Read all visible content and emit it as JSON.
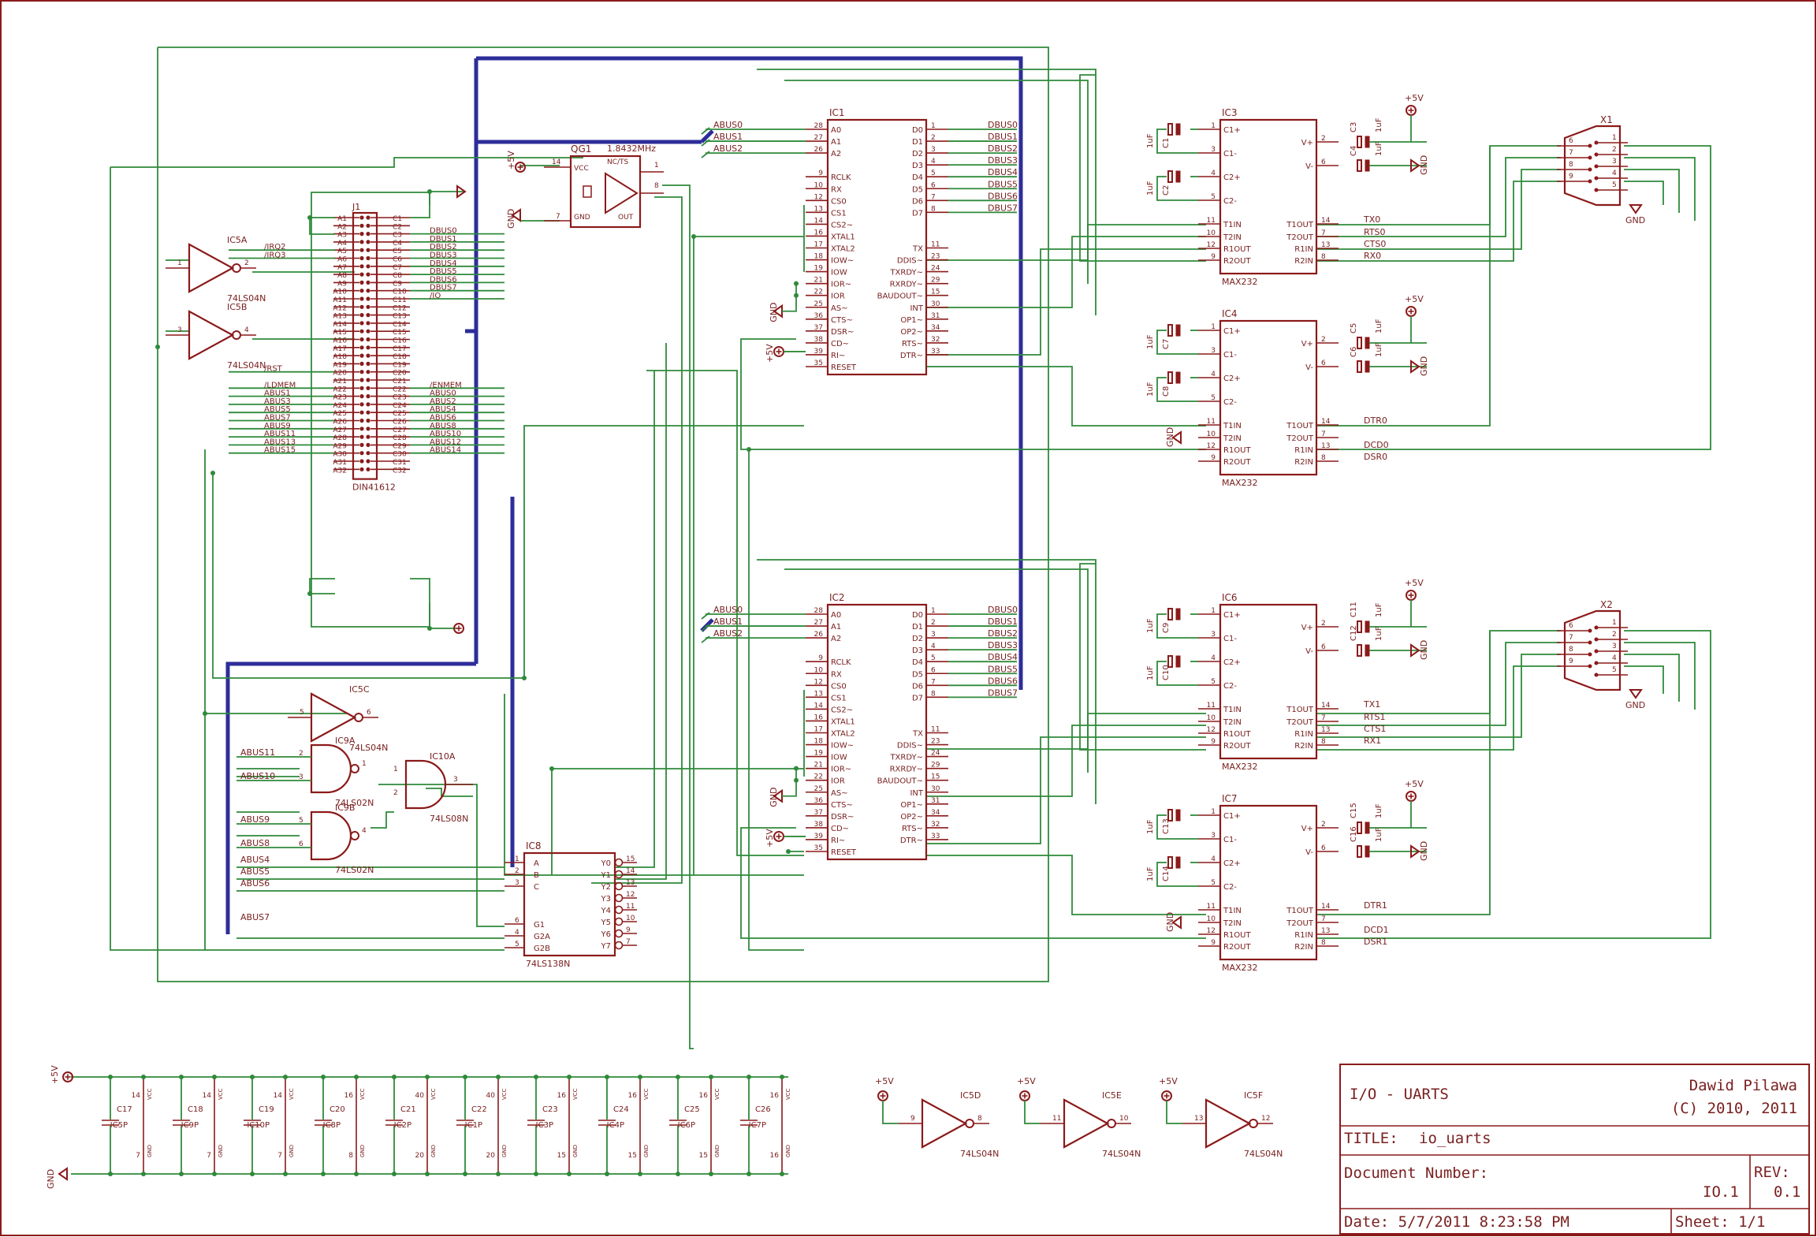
{
  "title_block": {
    "project": "I/O - UARTS",
    "author": "Dawid Pilawa",
    "copyright": "(C) 2010, 2011",
    "title_label": "TITLE:",
    "title": "io_uarts",
    "docnum_label": "Document Number:",
    "docnum": "IO.1",
    "rev_label": "REV:",
    "rev": "0.1",
    "date": "Date: 5/7/2011 8:23:58 PM",
    "sheet": "Sheet: 1/1"
  },
  "rails": {
    "vcc": "+5V",
    "gnd": "GND"
  },
  "connector_j1": {
    "name": "J1",
    "type": "DIN41612",
    "a_pins": [
      "A1",
      "A2",
      "A3",
      "A4",
      "A5",
      "A6",
      "A7",
      "A8",
      "A9",
      "A10",
      "A11",
      "A12",
      "A13",
      "A14",
      "A15",
      "A16",
      "A17",
      "A18",
      "A19",
      "A20",
      "A21",
      "A22",
      "A23",
      "A24",
      "A25",
      "A26",
      "A27",
      "A28",
      "A29",
      "A30",
      "A31",
      "A32"
    ],
    "c_pins": [
      "C1",
      "C2",
      "C3",
      "C4",
      "C5",
      "C6",
      "C7",
      "C8",
      "C9",
      "C10",
      "C11",
      "C12",
      "C13",
      "C14",
      "C15",
      "C16",
      "C17",
      "C18",
      "C19",
      "C20",
      "C21",
      "C22",
      "C23",
      "C24",
      "C25",
      "C26",
      "C27",
      "C28",
      "C29",
      "C30",
      "C31",
      "C32"
    ],
    "left_nets": [
      {
        "row": 5,
        "label": "/IRQ2"
      },
      {
        "row": 6,
        "label": "/IRQ3"
      },
      {
        "row": 20,
        "label": "/RST"
      },
      {
        "row": 22,
        "label": "/LDMEM"
      },
      {
        "row": 23,
        "label": "ABUS1"
      },
      {
        "row": 24,
        "label": "ABUS3"
      },
      {
        "row": 25,
        "label": "ABUS5"
      },
      {
        "row": 26,
        "label": "ABUS7"
      },
      {
        "row": 27,
        "label": "ABUS9"
      },
      {
        "row": 28,
        "label": "ABUS11"
      },
      {
        "row": 29,
        "label": "ABUS13"
      },
      {
        "row": 30,
        "label": "ABUS15"
      }
    ],
    "right_nets": [
      {
        "row": 3,
        "label": "DBUS0"
      },
      {
        "row": 4,
        "label": "DBUS1"
      },
      {
        "row": 5,
        "label": "DBUS2"
      },
      {
        "row": 6,
        "label": "DBUS3"
      },
      {
        "row": 7,
        "label": "DBUS4"
      },
      {
        "row": 8,
        "label": "DBUS5"
      },
      {
        "row": 9,
        "label": "DBUS6"
      },
      {
        "row": 10,
        "label": "DBUS7"
      },
      {
        "row": 11,
        "label": "/IO"
      },
      {
        "row": 22,
        "label": "/ENMEM"
      },
      {
        "row": 23,
        "label": "ABUS0"
      },
      {
        "row": 24,
        "label": "ABUS2"
      },
      {
        "row": 25,
        "label": "ABUS4"
      },
      {
        "row": 26,
        "label": "ABUS6"
      },
      {
        "row": 27,
        "label": "ABUS8"
      },
      {
        "row": 28,
        "label": "ABUS10"
      },
      {
        "row": 29,
        "label": "ABUS12"
      },
      {
        "row": 30,
        "label": "ABUS14"
      }
    ]
  },
  "oscillator": {
    "name": "QG1",
    "freq": "1.8432MHz",
    "pins": [
      "VCC",
      "GND",
      "OUT",
      "NC/TS"
    ],
    "pin_nums": [
      "14",
      "7",
      "8",
      "1"
    ]
  },
  "uarts": [
    {
      "name": "IC1",
      "addr_nets": [
        "ABUS0",
        "ABUS1",
        "ABUS2"
      ],
      "data_nets": [
        "DBUS0",
        "DBUS1",
        "DBUS2",
        "DBUS3",
        "DBUS4",
        "DBUS5",
        "DBUS6",
        "DBUS7"
      ]
    },
    {
      "name": "IC2",
      "addr_nets": [
        "ABUS0",
        "ABUS1",
        "ABUS2"
      ],
      "data_nets": [
        "DBUS0",
        "DBUS1",
        "DBUS2",
        "DBUS3",
        "DBUS4",
        "DBUS5",
        "DBUS6",
        "DBUS7"
      ]
    }
  ],
  "uart_pins": {
    "left": [
      "A0",
      "A1",
      "A2",
      "",
      "RCLK",
      "RX",
      "CS0",
      "CS1",
      "CS2~",
      "XTAL1",
      "XTAL2",
      "IOW~",
      "IOW",
      "IOR~",
      "IOR",
      "AS~",
      "CTS~",
      "DSR~",
      "CD~",
      "RI~",
      "RESET"
    ],
    "left_nums": [
      "28",
      "27",
      "26",
      "",
      "9",
      "10",
      "12",
      "13",
      "14",
      "16",
      "17",
      "18",
      "19",
      "21",
      "22",
      "25",
      "36",
      "37",
      "38",
      "39",
      "35"
    ],
    "right": [
      "D0",
      "D1",
      "D2",
      "D3",
      "D4",
      "D5",
      "D6",
      "D7",
      "",
      "",
      "TX",
      "DDIS~",
      "TXRDY~",
      "RXRDY~",
      "BAUDOUT~",
      "INT",
      "OP1~",
      "OP2~",
      "RTS~",
      "DTR~"
    ],
    "right_nums": [
      "1",
      "2",
      "3",
      "4",
      "5",
      "6",
      "7",
      "8",
      "",
      "",
      "11",
      "23",
      "24",
      "29",
      "15",
      "30",
      "31",
      "34",
      "32",
      "33"
    ]
  },
  "max232": [
    {
      "name": "IC3",
      "caps": [
        "C1",
        "C2",
        "C3",
        "C4"
      ],
      "out_nets": [
        "TX0",
        "RTS0",
        "CTS0",
        "RX0"
      ]
    },
    {
      "name": "IC4",
      "caps": [
        "C7",
        "C8",
        "C5",
        "C6"
      ],
      "out_nets": [
        "DTR0",
        "",
        "DCD0",
        "DSR0"
      ]
    },
    {
      "name": "IC6",
      "caps": [
        "C9",
        "C10",
        "C11",
        "C12"
      ],
      "out_nets": [
        "TX1",
        "RTS1",
        "CTS1",
        "RX1"
      ]
    },
    {
      "name": "IC7",
      "caps": [
        "C13",
        "C14",
        "C15",
        "C16"
      ],
      "out_nets": [
        "DTR1",
        "",
        "DCD1",
        "DSR1"
      ]
    }
  ],
  "max232_pins": {
    "left": [
      "C1+",
      "C1-",
      "C2+",
      "C2-",
      "T1IN",
      "T2IN",
      "R1OUT",
      "R2OUT"
    ],
    "left_nums": [
      "1",
      "3",
      "4",
      "5",
      "11",
      "10",
      "12",
      "9"
    ],
    "right": [
      "V+",
      "V-",
      "T1OUT",
      "T2OUT",
      "R1IN",
      "R2IN"
    ],
    "right_nums": [
      "2",
      "6",
      "14",
      "7",
      "13",
      "8"
    ],
    "part": "MAX232",
    "cap_value": "1uF"
  },
  "dsub": [
    {
      "name": "X1"
    },
    {
      "name": "X2"
    }
  ],
  "dsub_pins": [
    "6",
    "7",
    "8",
    "9",
    "1",
    "2",
    "3",
    "4",
    "5"
  ],
  "inverters": [
    {
      "name": "IC5A",
      "part": "74LS04N",
      "in": "1",
      "out": "2"
    },
    {
      "name": "IC5B",
      "part": "74LS04N",
      "in": "3",
      "out": "4"
    },
    {
      "name": "IC5C",
      "part": "74LS04N",
      "in": "5",
      "out": "6"
    },
    {
      "name": "IC5D",
      "part": "74LS04N",
      "in": "9",
      "out": "8"
    },
    {
      "name": "IC5E",
      "part": "74LS04N",
      "in": "11",
      "out": "10"
    },
    {
      "name": "IC5F",
      "part": "74LS04N",
      "in": "13",
      "out": "12"
    }
  ],
  "nand_gates": [
    {
      "name": "IC9A",
      "part": "74LS02N",
      "in_nets": [
        "ABUS11",
        "ABUS10"
      ],
      "pins": [
        "2",
        "3",
        "1"
      ]
    },
    {
      "name": "IC9B",
      "part": "74LS02N",
      "in_nets": [
        "ABUS9",
        "ABUS8"
      ],
      "pins": [
        "5",
        "6",
        "4"
      ]
    }
  ],
  "and_gate": {
    "name": "IC10A",
    "part": "74LS08N",
    "pins": [
      "1",
      "2",
      "3"
    ]
  },
  "decoder": {
    "name": "IC8",
    "part": "74LS138N",
    "in_nets": [
      "ABUS4",
      "ABUS5",
      "ABUS6",
      "ABUS7"
    ],
    "left_pins": [
      "A",
      "B",
      "C",
      "G1",
      "G2A",
      "G2B"
    ],
    "left_nums": [
      "1",
      "2",
      "3",
      "6",
      "4",
      "5"
    ],
    "right_pins": [
      "Y0",
      "Y1",
      "Y2",
      "Y3",
      "Y4",
      "Y5",
      "Y6",
      "Y7"
    ],
    "right_nums": [
      "15",
      "14",
      "13",
      "12",
      "11",
      "10",
      "9",
      "7"
    ]
  },
  "decoupling": [
    {
      "cap": "C17",
      "ic": "IC5P",
      "vcc": "14",
      "gnd": "7"
    },
    {
      "cap": "C18",
      "ic": "IC9P",
      "vcc": "14",
      "gnd": "7"
    },
    {
      "cap": "C19",
      "ic": "IC10P",
      "vcc": "14",
      "gnd": "7"
    },
    {
      "cap": "C20",
      "ic": "IC8P",
      "vcc": "16",
      "gnd": "8"
    },
    {
      "cap": "C21",
      "ic": "IC2P",
      "vcc": "40",
      "gnd": "20"
    },
    {
      "cap": "C22",
      "ic": "IC1P",
      "vcc": "40",
      "gnd": "20"
    },
    {
      "cap": "C23",
      "ic": "IC3P",
      "vcc": "16",
      "gnd": "15"
    },
    {
      "cap": "C24",
      "ic": "IC4P",
      "vcc": "16",
      "gnd": "15"
    },
    {
      "cap": "C25",
      "ic": "IC6P",
      "vcc": "16",
      "gnd": "15"
    },
    {
      "cap": "C26",
      "ic": "IC7P",
      "vcc": "16",
      "gnd": "16"
    }
  ],
  "power_pin_labels": {
    "vcc": "VCC",
    "gnd": "GND"
  }
}
